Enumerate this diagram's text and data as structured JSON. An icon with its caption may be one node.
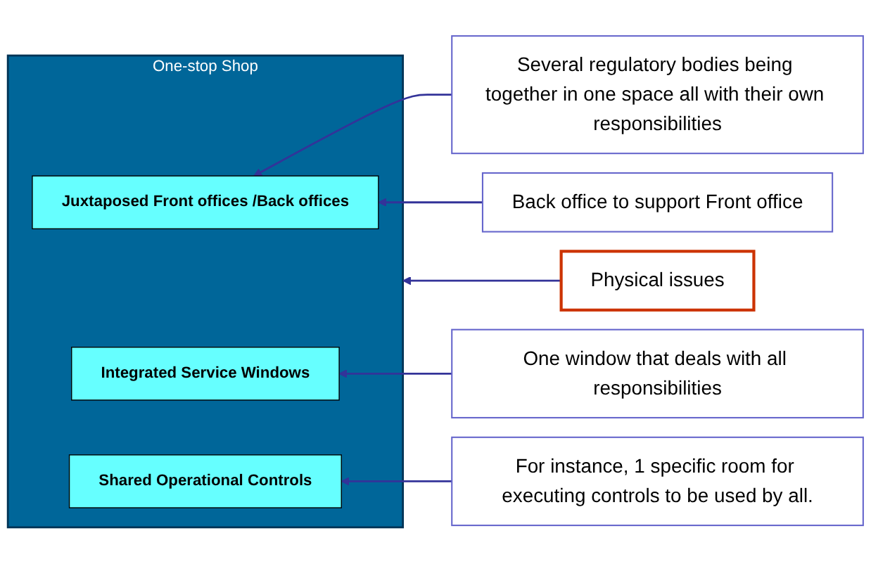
{
  "diagram": {
    "nodes": [
      {
        "text": [
          "Physical issues"
        ]
      },
      {
        "text": [
          "One-stop Shop"
        ]
      },
      {
        "text": [
          "Juxtaposed Front offices /Back offices"
        ],
        "in": 1
      },
      {
        "text": [
          "Integrated Service Windows"
        ],
        "in": 1
      },
      {
        "text": [
          "Shared Operational Controls"
        ],
        "in": 1
      },
      {
        "text": [
          "Several regulatory bodies being together in one space all with their own responsibilities"
        ]
      },
      {
        "text": [
          "Back office to support Front office"
        ]
      },
      {
        "text": [
          "One window that deals with all responsibilities"
        ]
      },
      {
        "text": [
          "For instance, 1 specific room for executing controls to be used by all."
        ]
      }
    ],
    "edges": [
      {
        "from": 0,
        "to": 1,
        "arrow": "to"
      },
      {
        "from": 5,
        "to": 2,
        "arrow": "to"
      },
      {
        "from": 6,
        "to": 2,
        "arrow": "to"
      },
      {
        "from": 7,
        "to": 3,
        "arrow": "to"
      },
      {
        "from": 8,
        "to": 4,
        "arrow": "to"
      }
    ]
  }
}
